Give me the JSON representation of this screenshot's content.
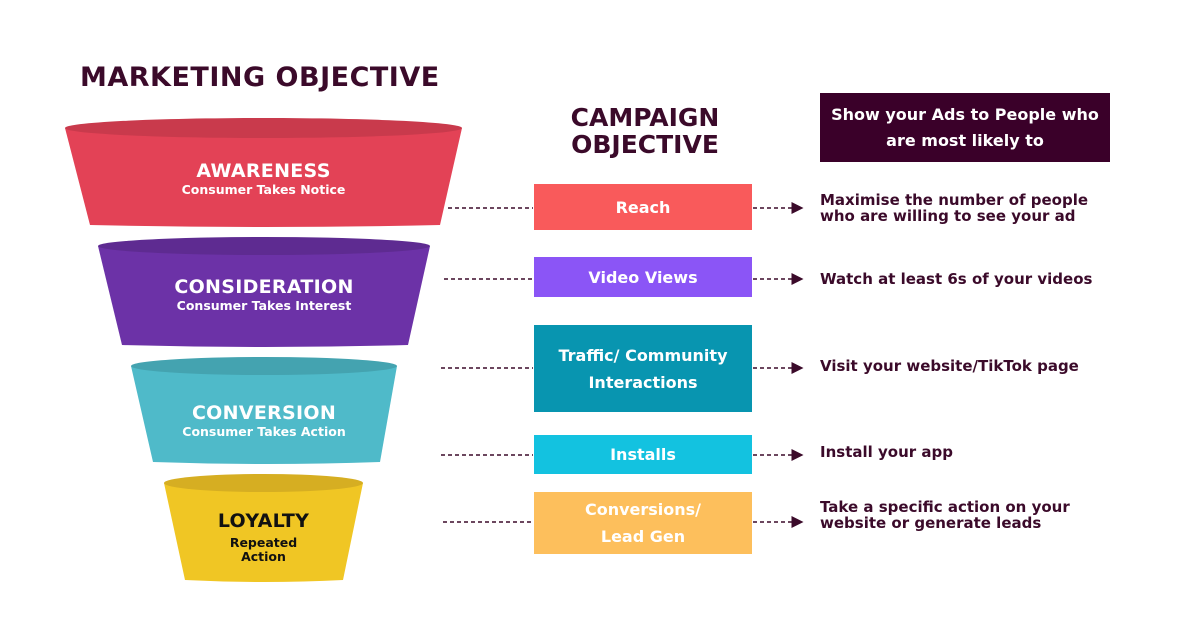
{
  "marketing_title": "MARKETING OBJECTIVE",
  "campaign_title": "CAMPAIGN OBJECTIVE",
  "header_box": "Show your Ads to People who are most likely to",
  "funnel": [
    {
      "title": "AWARENESS",
      "subtitle": "Consumer Takes Notice",
      "color": "#e34256",
      "top_color": "#c93a4c"
    },
    {
      "title": "CONSIDERATION",
      "subtitle": "Consumer Takes Interest",
      "color": "#6c32a7",
      "top_color": "#5e2b91"
    },
    {
      "title": "CONVERSION",
      "subtitle": "Consumer Takes Action",
      "color": "#4fbac9",
      "top_color": "#44a3b0"
    },
    {
      "title": "LOYALTY",
      "subtitle": "Repeated Action",
      "color": "#f0c624",
      "top_color": "#d6ae22"
    }
  ],
  "campaigns": [
    {
      "label": "Reach",
      "color": "#f95a5b",
      "description": "Maximise the number of people who are willing to see your ad"
    },
    {
      "label": "Video Views",
      "color": "#8b55f6",
      "description": "Watch at least 6s of your videos"
    },
    {
      "label": "Traffic/ Community Interactions",
      "color": "#0895b0",
      "description": "Visit your website/TikTok page"
    },
    {
      "label": "Installs",
      "color": "#13c2e0",
      "description": "Install your app"
    },
    {
      "label": "Conversions/ Lead Gen",
      "color": "#fdbf5c",
      "description": "Take a specific action on your website or generate leads"
    }
  ]
}
